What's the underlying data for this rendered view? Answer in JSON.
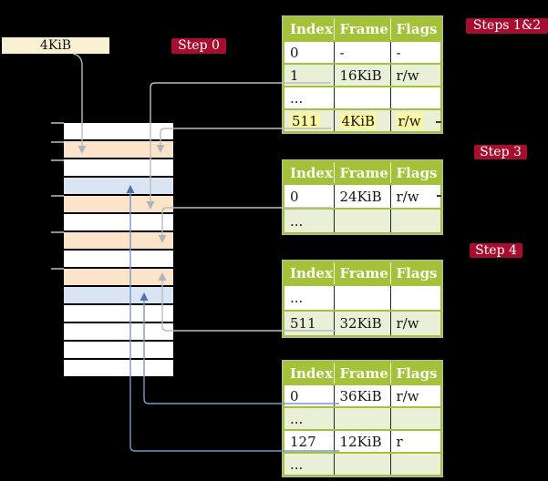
{
  "colors": {
    "background": "#000000",
    "table_header_green": "#a3c139",
    "table_row_green": "#eaf0d8",
    "highlight_yellow": "#fdf8a2",
    "step_label_red": "#a60d2e",
    "size_label_cream": "#faf0d2",
    "memory_peach": "#fce4cb",
    "memory_blue": "#d9e5f3",
    "connector_gray": "#b9bcbe",
    "connector_blue": "#7d98c6"
  },
  "size_label": {
    "text": "4KiB"
  },
  "steps": [
    {
      "text": "Step 0"
    },
    {
      "text": "Steps 1&2"
    },
    {
      "text": "Step 3"
    },
    {
      "text": "Step 4"
    }
  ],
  "memory_column": {
    "rows": [
      "white",
      "peach",
      "white",
      "blue",
      "peach",
      "white",
      "peach",
      "white",
      "peach",
      "blue",
      "white",
      "white",
      "white",
      "white"
    ]
  },
  "page_tables": [
    {
      "headers": [
        "Index",
        "Frame",
        "Flags"
      ],
      "rows": [
        {
          "cells": [
            "0",
            "-",
            "-"
          ],
          "shaded": false,
          "highlighted": false
        },
        {
          "cells": [
            "1",
            "16KiB",
            "r/w"
          ],
          "shaded": true,
          "highlighted": false
        },
        {
          "cells": [
            "...",
            "",
            ""
          ],
          "shaded": false,
          "highlighted": false
        },
        {
          "cells": [
            "511",
            "4KiB",
            "r/w"
          ],
          "shaded": true,
          "highlighted": true
        }
      ]
    },
    {
      "headers": [
        "Index",
        "Frame",
        "Flags"
      ],
      "rows": [
        {
          "cells": [
            "0",
            "24KiB",
            "r/w"
          ],
          "shaded": false,
          "highlighted": false
        },
        {
          "cells": [
            "...",
            "",
            ""
          ],
          "shaded": true,
          "highlighted": false
        }
      ]
    },
    {
      "headers": [
        "Index",
        "Frame",
        "Flags"
      ],
      "rows": [
        {
          "cells": [
            "...",
            "",
            ""
          ],
          "shaded": false,
          "highlighted": false
        },
        {
          "cells": [
            "511",
            "32KiB",
            "r/w"
          ],
          "shaded": true,
          "highlighted": false
        }
      ]
    },
    {
      "headers": [
        "Index",
        "Frame",
        "Flags"
      ],
      "rows": [
        {
          "cells": [
            "0",
            "36KiB",
            "r/w"
          ],
          "shaded": false,
          "highlighted": false
        },
        {
          "cells": [
            "...",
            "",
            ""
          ],
          "shaded": true,
          "highlighted": false
        },
        {
          "cells": [
            "127",
            "12KiB",
            "r"
          ],
          "shaded": false,
          "highlighted": false
        },
        {
          "cells": [
            "...",
            "",
            ""
          ],
          "shaded": true,
          "highlighted": false
        }
      ]
    }
  ]
}
